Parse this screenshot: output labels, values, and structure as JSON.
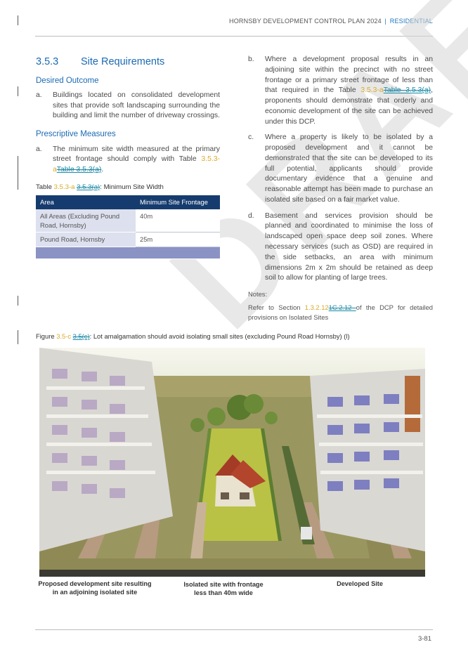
{
  "header": {
    "left": "HORNSBY DEVELOPMENT CONTROL PLAN 2024",
    "separator": "|",
    "right": "RESIDENTIAL"
  },
  "watermark": "DRAFT",
  "section": {
    "number": "3.5.3",
    "title": "Site Requirements",
    "desired_outcome_heading": "Desired Outcome",
    "desired_outcome_items": [
      {
        "label": "a.",
        "text": "Buildings located on consolidated development sites that provide soft landscaping surrounding the building and limit the number of driveway crossings."
      }
    ],
    "prescriptive_heading": "Prescriptive Measures",
    "pm_a": {
      "label": "a.",
      "text": "The minimum site width measured at the primary street frontage should comply with Table",
      "ins": "3.5.3-a",
      "del": "Table 3.5.3(a)",
      "end": "."
    }
  },
  "table": {
    "caption_prefix": "Table ",
    "caption_ins": "3.5.3-a",
    "caption_del": "3.5.3(a)",
    "caption_suffix": ": Minimum Site Width",
    "headers": [
      "Area",
      "Minimum Site Frontage"
    ],
    "rows": [
      {
        "area": "All Areas (Excluding Pound Road, Hornsby)",
        "frontage": "40m"
      },
      {
        "area": "Pound Road, Hornsby",
        "frontage": "25m"
      }
    ]
  },
  "right": {
    "b": {
      "label": "b.",
      "text1": "Where a development proposal results in an adjoining site within the precinct with no street frontage or a primary street frontage of less than that required in the Table ",
      "ins": "3.5.3-a",
      "del": "Table 3.5.3(a)",
      "text2": ", proponents should demonstrate that orderly and economic development of the site can be achieved under this DCP."
    },
    "c": {
      "label": "c.",
      "text": "Where a property is likely to be isolated by a proposed development and it cannot be demonstrated that the site can be developed to its full potential, applicants should provide documentary evidence that a genuine and reasonable attempt has been made to purchase an isolated site based on a fair market value."
    },
    "d": {
      "label": "d.",
      "text": "Basement and services provision should be planned and coordinated to minimise the loss of landscaped open space deep soil zones. Where necessary services (such as OSD) are required in the side setbacks, an area with minimum dimensions 2m x 2m should be retained as deep soil to allow for planting of large trees."
    },
    "notes_heading": "Notes:",
    "notes_prefix": "Refer to Section ",
    "notes_ins": "1.3.2.12",
    "notes_del": "1C.2.12 ",
    "notes_suffix": "of the DCP for detailed provisions on Isolated Sites"
  },
  "figure": {
    "caption_prefix": "Figure ",
    "caption_ins": "3.5-c",
    "caption_del": "3.5(c)",
    "caption_suffix": ": Lot amalgamation should avoid isolating small sites (excluding Pound Road Hornsby) (l)",
    "label_left": "Proposed development site resulting in an adjoining isolated site",
    "label_mid": "Isolated site with frontage less than 40m wide",
    "label_right": "Developed Site"
  },
  "page_number": "3-81",
  "colors": {
    "heading_blue": "#1b6ab3",
    "table_header": "#163c6f",
    "inserted_text": "#d9a92a",
    "deleted_text": "#1e8aa6"
  }
}
